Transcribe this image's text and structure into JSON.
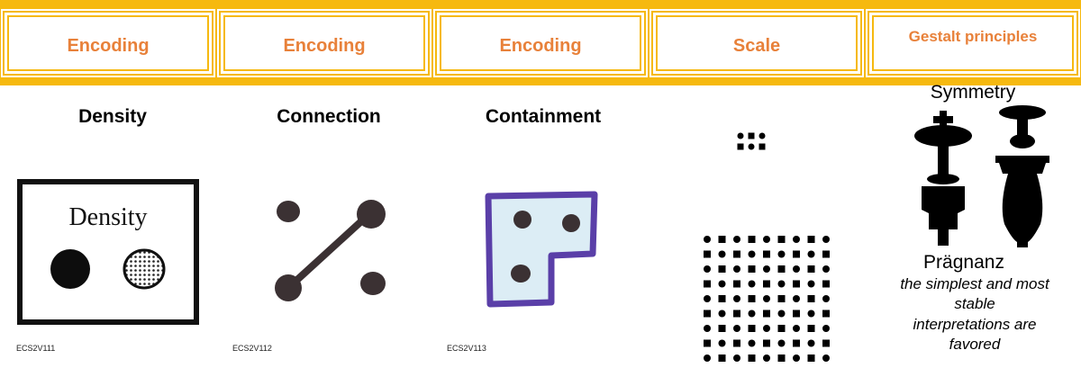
{
  "header": {
    "cells": [
      {
        "label": "Encoding"
      },
      {
        "label": "Encoding"
      },
      {
        "label": "Encoding"
      },
      {
        "label": "Scale"
      },
      {
        "label": "Gestalt principles"
      }
    ]
  },
  "columns": {
    "density": {
      "title": "Density",
      "box_text": "Density",
      "code": "ECS2V111"
    },
    "connection": {
      "title": "Connection",
      "code": "ECS2V112"
    },
    "containment": {
      "title": "Containment",
      "code": "ECS2V113"
    },
    "gestalt": {
      "symmetry": "Symmetry",
      "pragnanz": "Prägnanz",
      "description_lines": [
        "the simplest and most",
        "stable",
        "interpretations are",
        "favored"
      ]
    }
  },
  "colors": {
    "header_border": "#f6b90f",
    "header_text": "#e8813a",
    "containment_outline": "#5a3fa8",
    "containment_fill": "#dcedf5",
    "dot": "#3b3133"
  }
}
